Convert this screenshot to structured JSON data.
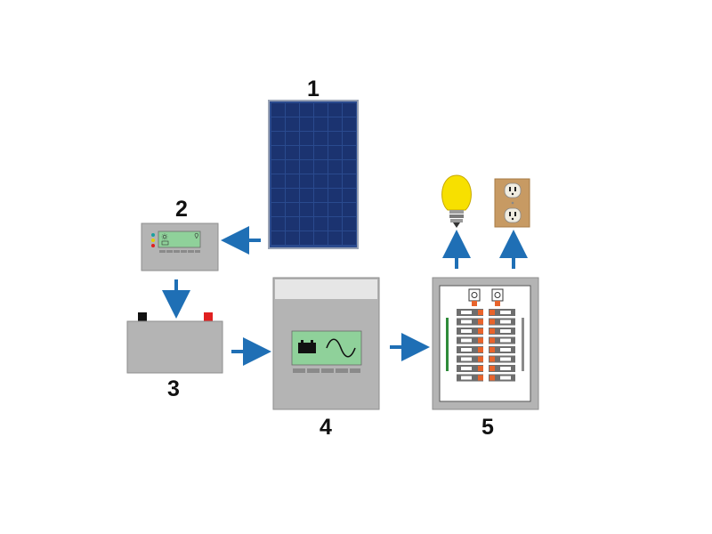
{
  "diagram": {
    "labels": {
      "solar_panel": "1",
      "charge_controller": "2",
      "battery": "3",
      "inverter": "4",
      "breaker_panel": "5"
    },
    "flows": [
      {
        "from": "solar_panel",
        "to": "charge_controller"
      },
      {
        "from": "charge_controller",
        "to": "battery"
      },
      {
        "from": "battery",
        "to": "inverter"
      },
      {
        "from": "inverter",
        "to": "breaker_panel"
      },
      {
        "from": "breaker_panel",
        "to": "light_bulb"
      },
      {
        "from": "breaker_panel",
        "to": "wall_outlet"
      }
    ],
    "icons": {
      "solar_panel": "solar-panel-icon",
      "charge_controller": "charge-controller-icon",
      "battery": "battery-icon",
      "inverter": "inverter-icon",
      "breaker_panel": "breaker-panel-icon",
      "light_bulb": "light-bulb-icon",
      "wall_outlet": "wall-outlet-icon"
    },
    "colors": {
      "arrow": "#1f6fb5",
      "panel_cell": "#1b3370",
      "device_gray": "#b4b4b4",
      "display_green": "#8fd19a",
      "bulb_yellow": "#f7e000",
      "outlet_tan": "#c79a63",
      "breaker_orange": "#e8642c",
      "battery_positive": "#e02020",
      "battery_negative": "#111111"
    }
  }
}
